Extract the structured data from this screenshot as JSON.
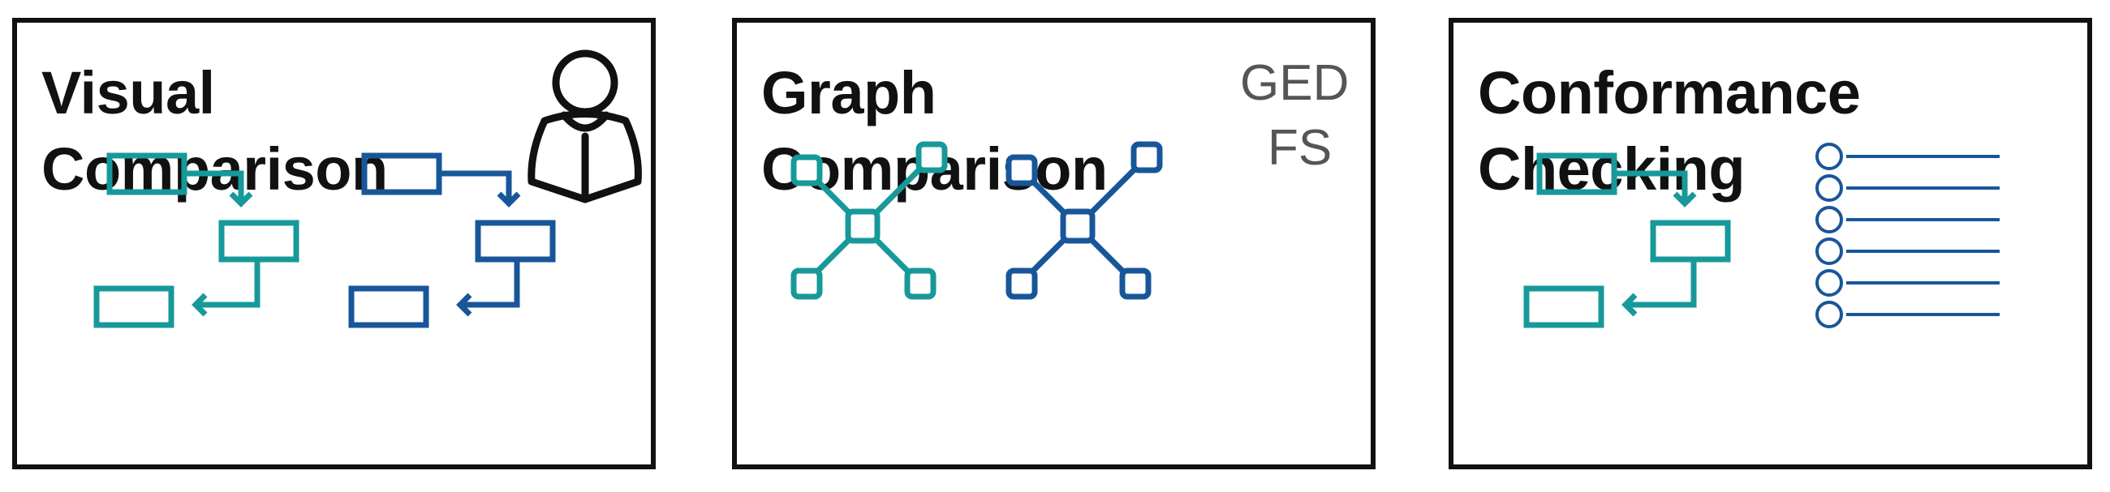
{
  "panels": [
    {
      "title_line1": "Visual",
      "title_line2": "Comparison",
      "icon": "person-icon"
    },
    {
      "title_line1": "Graph",
      "title_line2": "Comparison",
      "metrics": [
        "GED",
        "FS"
      ]
    },
    {
      "title_line1": "Conformance",
      "title_line2": "Checking"
    }
  ],
  "colors": {
    "model_a": "#17999A",
    "model_b": "#18569A",
    "border": "#111111",
    "metric_text": "#555555"
  }
}
